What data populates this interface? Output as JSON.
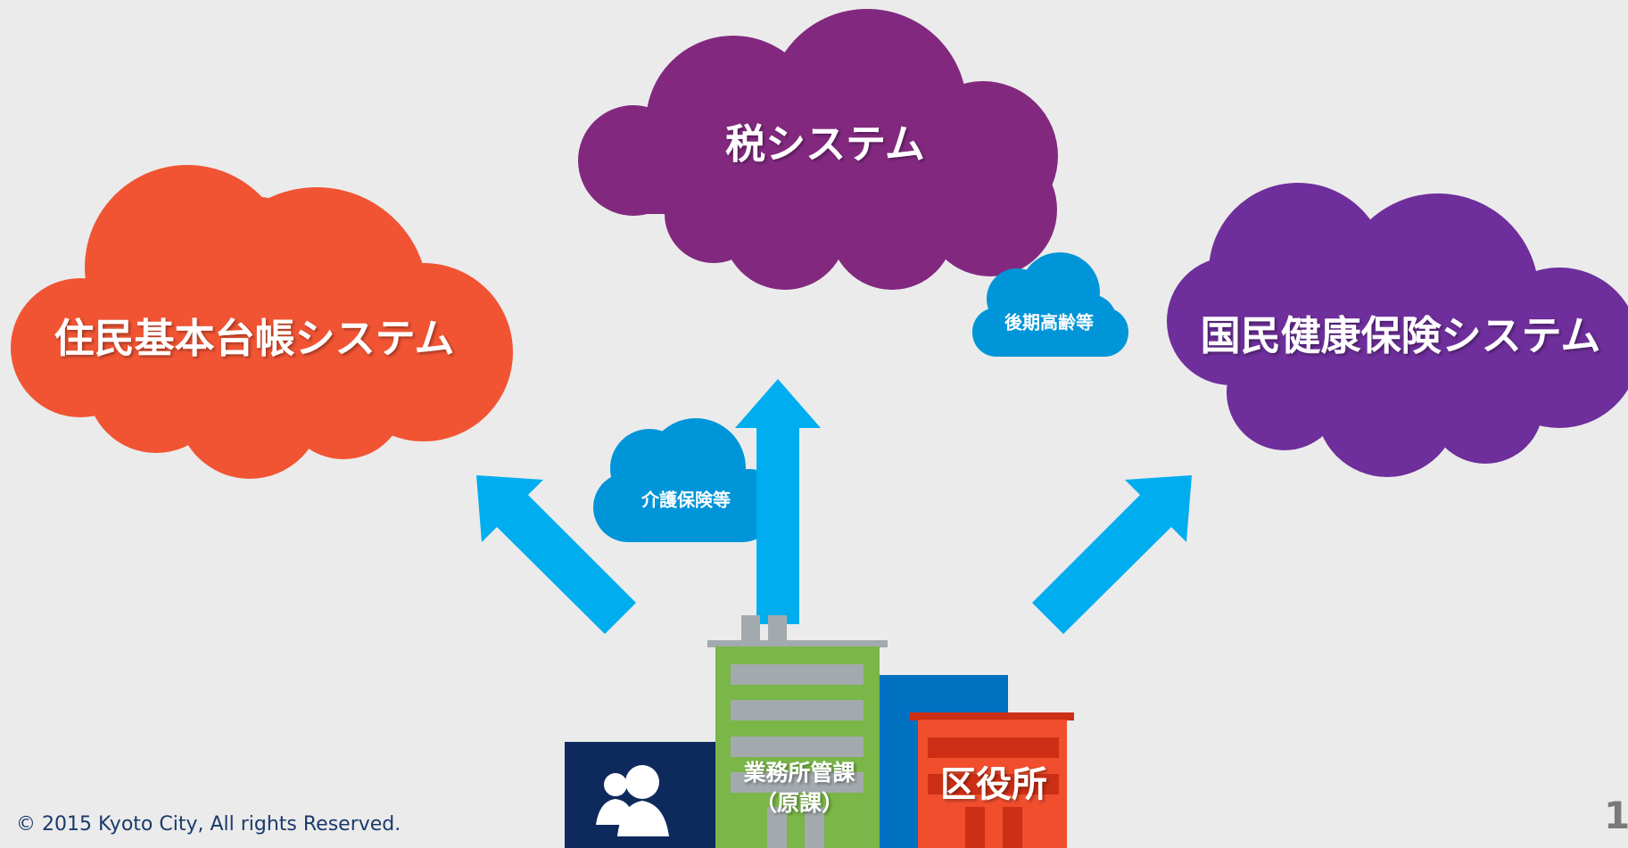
{
  "clouds": {
    "residents": {
      "label": "住民基本台帳システム",
      "color": "#f15433"
    },
    "tax": {
      "label": "税システム",
      "color": "#82297f"
    },
    "health_insurance": {
      "label": "国民健康保険システム",
      "color": "#6e2e9b"
    },
    "care_insurance": {
      "label": "介護保険等",
      "color": "#0095d8"
    },
    "elderly": {
      "label": "後期高齢等",
      "color": "#0095d8"
    }
  },
  "buildings": {
    "business_office": {
      "line1": "業務所管課",
      "line2": "（原課）",
      "color": "#7ab648"
    },
    "ward_office": {
      "label": "区役所",
      "color": "#f04e2d"
    },
    "annex": {
      "color": "#0070c0"
    },
    "residents_block": {
      "color": "#0e2a5c",
      "icon": "people-icon"
    }
  },
  "arrows": {
    "color": "#00aeef"
  },
  "footer": {
    "copyright": "© 2015 Kyoto City, All rights Reserved.",
    "page_number": "1"
  }
}
